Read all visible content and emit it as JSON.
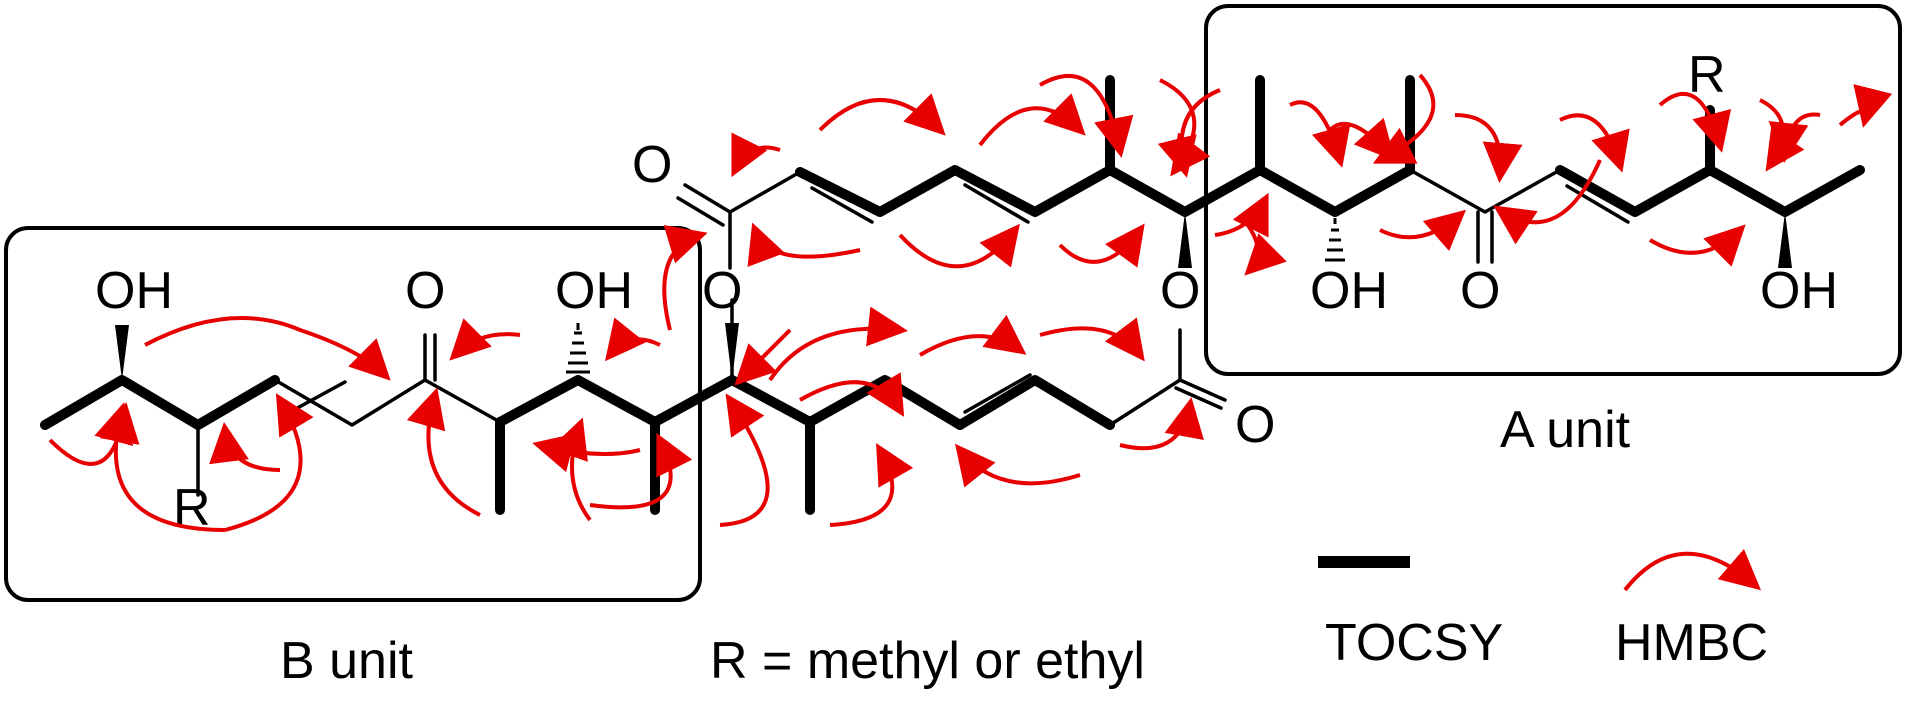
{
  "labels": {
    "oh": "OH",
    "o": "O",
    "r": "R",
    "unit_a": "A unit",
    "unit_b": "B unit",
    "r_definition": "R = methyl or ethyl",
    "legend_tocsy": "TOCSY",
    "legend_hmbc": "HMBC"
  },
  "colors": {
    "hmbc": "#e80000",
    "bond": "#000000"
  }
}
